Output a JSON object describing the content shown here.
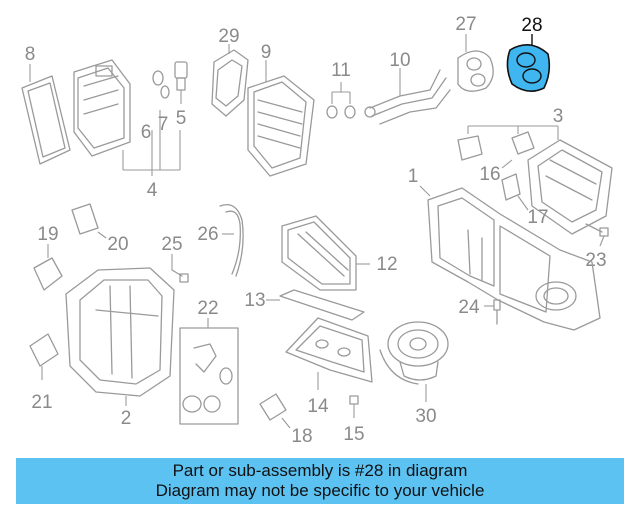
{
  "colors": {
    "banner": "#5bc2f2",
    "highlight": "#3fb6f0",
    "parts": "#9a9a9a"
  },
  "labels": {
    "p1": "1",
    "p2": "2",
    "p3": "3",
    "p4": "4",
    "p5": "5",
    "p6": "6",
    "p7": "7",
    "p8": "8",
    "p9": "9",
    "p10": "10",
    "p11": "11",
    "p12": "12",
    "p13": "13",
    "p14": "14",
    "p15": "15",
    "p16": "16",
    "p17": "17",
    "p18": "18",
    "p19": "19",
    "p20": "20",
    "p21": "21",
    "p22": "22",
    "p23": "23",
    "p24": "24",
    "p25": "25",
    "p26": "26",
    "p27": "27",
    "p28": "28",
    "p29": "29",
    "p30": "30"
  },
  "highlighted_part": "28",
  "banner": {
    "line1": "Part or sub-assembly is #28 in diagram",
    "line2": "Diagram may not be specific to your vehicle"
  }
}
